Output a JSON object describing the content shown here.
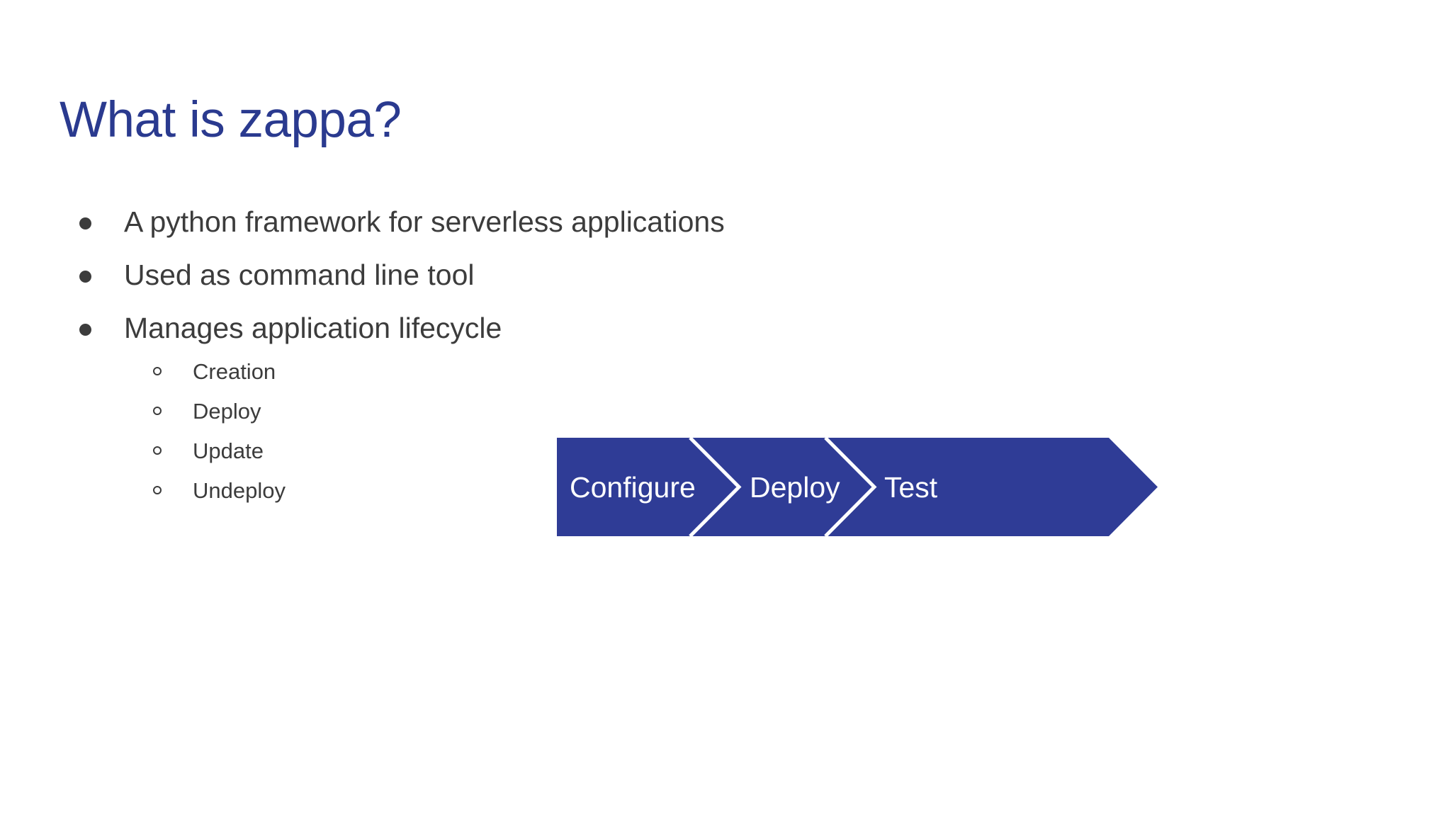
{
  "slide": {
    "background_color": "#ffffff",
    "title": "What is zappa?",
    "title_color": "#2a3a8f",
    "body_text_color": "#3c3c3c"
  },
  "bullets": [
    {
      "marker": "●",
      "text": "A python framework for serverless applications"
    },
    {
      "marker": "●",
      "text": "Used as command line tool"
    },
    {
      "marker": "●",
      "text": "Manages application lifecycle"
    }
  ],
  "sub_bullets": [
    {
      "marker": "○",
      "text": "Creation"
    },
    {
      "marker": "○",
      "text": "Deploy"
    },
    {
      "marker": "○",
      "text": "Update"
    },
    {
      "marker": "○",
      "text": "Undeploy"
    }
  ],
  "process_diagram": {
    "fill_color": "#2f3c96",
    "separator_color": "#ffffff",
    "label_color": "#ffffff",
    "steps": [
      {
        "label": "Configure"
      },
      {
        "label": "Deploy"
      },
      {
        "label": "Test"
      }
    ]
  }
}
